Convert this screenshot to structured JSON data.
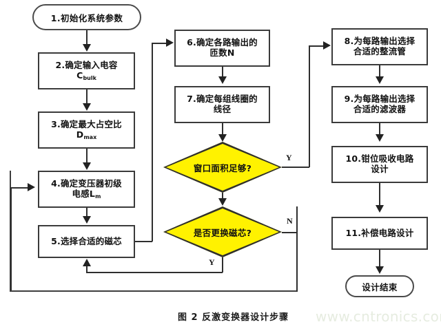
{
  "figure": {
    "caption": "图 2 反激变换器设计步骤",
    "watermark": "www.cntronics.com",
    "colors": {
      "decision_fill": "#FFF200",
      "line": "#2e2e2e",
      "box_border": "#3a3a3a",
      "text": "#111111",
      "watermark": "#e6ece0",
      "background": "#ffffff"
    }
  },
  "nodes": {
    "start": {
      "label": "1.初始化系统参数",
      "shape": "terminal"
    },
    "step2": {
      "line1": "2.确定输入电容",
      "line2_base": "C",
      "line2_sub": "bulk",
      "shape": "process"
    },
    "step3": {
      "line1": "3.确定最大占空比",
      "line2_base": "D",
      "line2_sub": "max",
      "shape": "process"
    },
    "step4": {
      "line1": "4.确定变压器初级",
      "line2_base": "电感L",
      "line2_sub": "m",
      "shape": "process"
    },
    "step5": {
      "label": "5.选择合适的磁芯",
      "shape": "process"
    },
    "step6": {
      "line1": "6.确定各路输出的",
      "line2": "匝数N",
      "shape": "process"
    },
    "step7": {
      "line1": "7.确定每组线圈的",
      "line2": "线径",
      "shape": "process"
    },
    "decision1": {
      "label": "窗口面积足够?",
      "shape": "decision"
    },
    "decision2": {
      "label": "是否更换磁芯?",
      "shape": "decision"
    },
    "step8": {
      "line1": "8.为每路输出选择",
      "line2": "合适的整流管",
      "shape": "process"
    },
    "step9": {
      "line1": "9.为每路输出选择",
      "line2": "合适的滤波器",
      "shape": "process"
    },
    "step10": {
      "line1": "10.钳位吸收电路",
      "line2": "设计",
      "shape": "process"
    },
    "step11": {
      "label": "11.补偿电路设计",
      "shape": "process"
    },
    "end": {
      "label": "设计结束",
      "shape": "terminal"
    }
  },
  "branch_labels": {
    "d1_yes": "Y",
    "d2_no": "N",
    "d2_yes": "Y"
  }
}
